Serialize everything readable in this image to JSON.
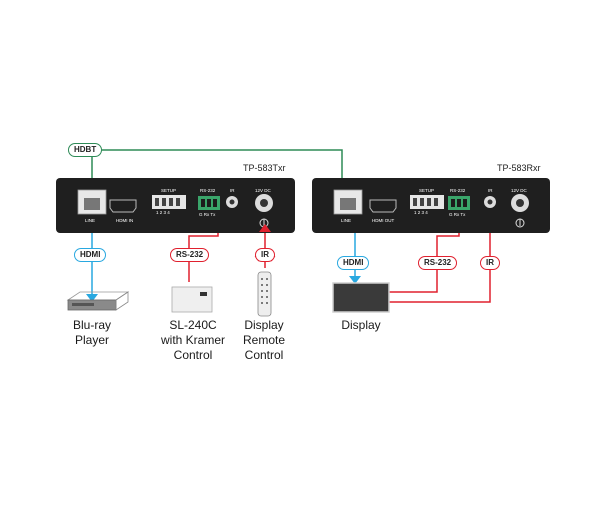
{
  "devices": {
    "tx": {
      "name": "TP-583Txr",
      "ports": {
        "line": "LINE",
        "hdmi_in": "HDMI IN",
        "setup": "SETUP",
        "setup_pins": "1 2 3 4",
        "rs232": "RS-232",
        "rs232_pins": "G Rx Tx",
        "ir": "IR",
        "power": "12V DC"
      }
    },
    "rx": {
      "name": "TP-583Rxr",
      "ports": {
        "line": "LINE",
        "hdmi_out": "HDMI OUT",
        "setup": "SETUP",
        "setup_pins": "1 2 3 4",
        "rs232": "RS-232",
        "rs232_pins": "G Rx Tx",
        "ir": "IR",
        "power": "12V DC"
      }
    }
  },
  "tags": {
    "hdbt": "HDBT",
    "tx_hdmi": "HDMI",
    "tx_rs232": "RS-232",
    "tx_ir": "IR",
    "rx_hdmi": "HDMI",
    "rx_rs232": "RS-232",
    "rx_ir": "IR"
  },
  "labels": {
    "bluray": "Blu-ray\nPlayer",
    "sl240c": "SL-240C\nwith Kramer\nControl",
    "remote": "Display\nRemote\nControl",
    "display": "Display"
  },
  "colors": {
    "hdbt_link": "#2e8b57",
    "hdmi_link": "#29a8e0",
    "control_link": "#e0202e",
    "device_body": "#1f1f1f"
  }
}
